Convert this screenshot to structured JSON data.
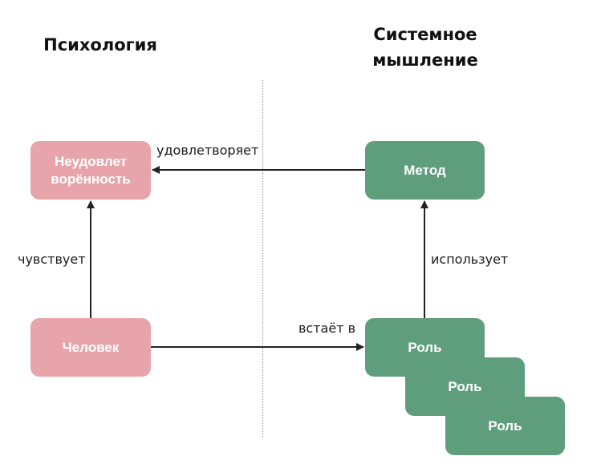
{
  "headings": {
    "left": "Психология",
    "right_line1": "Системное",
    "right_line2": "мышление"
  },
  "nodes": {
    "unsatisfaction": "Неудовлет\nворённость",
    "person": "Человек",
    "method": "Метод",
    "role_front": "Роль",
    "role_middle": "Роль",
    "role_back": "Роль"
  },
  "edges": {
    "satisfies": "удовлетворяет",
    "feels": "чувствует",
    "uses": "использует",
    "becomes": "встаёт в"
  },
  "colors": {
    "psychology_node": "#e8a4ab",
    "systems_node": "#5f9e7d",
    "node_text": "#ffffff",
    "arrow": "#222222",
    "divider": "#8a8a8a"
  }
}
